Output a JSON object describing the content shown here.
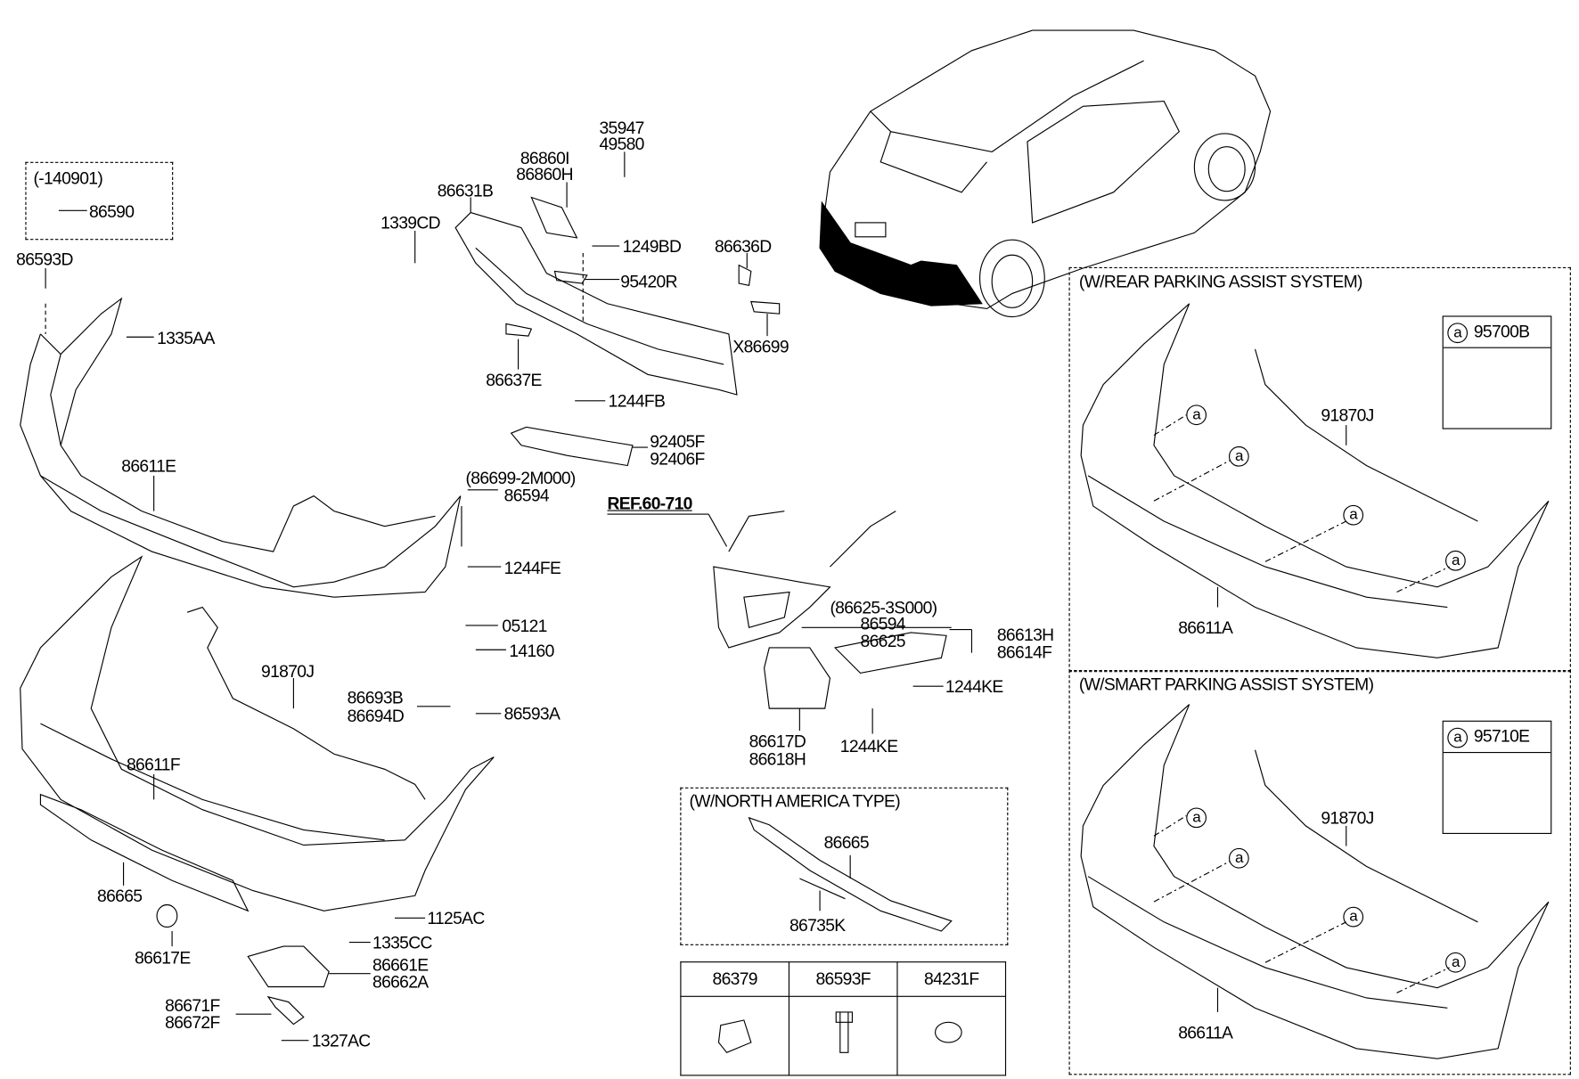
{
  "labels": {
    "date_range": "(-140901)",
    "p86590": "86590",
    "p86593D": "86593D",
    "p1335AA": "1335AA",
    "p86611E": "86611E",
    "p1339CD": "1339CD",
    "p86631B": "86631B",
    "p86860I": "86860I",
    "p86860H": "86860H",
    "p35947": "35947",
    "p49580": "49580",
    "p1249BD": "1249BD",
    "p95420R": "95420R",
    "p86636D": "86636D",
    "pX86699": "X86699",
    "p86637E": "86637E",
    "p1244FB": "1244FB",
    "p92405F": "92405F",
    "p92406F": "92406F",
    "p86699_2M000": "(86699-2M000)",
    "p86594a": "86594",
    "p1244FE": "1244FE",
    "ref": "REF.60-710",
    "p05121": "05121",
    "p14160": "14160",
    "p86693B": "86693B",
    "p86694D": "86694D",
    "p86593A": "86593A",
    "p91870J": "91870J",
    "p86611F": "86611F",
    "p86665": "86665",
    "p86617E": "86617E",
    "p1125AC": "1125AC",
    "p1335CC": "1335CC",
    "p86661E": "86661E",
    "p86662A": "86662A",
    "p86671F": "86671F",
    "p86672F": "86672F",
    "p1327AC": "1327AC",
    "p86625_3S000": "(86625-3S000)",
    "p86594b": "86594",
    "p86625": "86625",
    "p86613H": "86613H",
    "p86614F": "86614F",
    "p1244KEa": "1244KE",
    "p1244KEb": "1244KE",
    "p86617D": "86617D",
    "p86618H": "86618H"
  },
  "north_america": {
    "title": "(W/NORTH AMERICA TYPE)",
    "p86665": "86665",
    "p86735K": "86735K"
  },
  "parts_table": {
    "headers": [
      "86379",
      "86593F",
      "84231F"
    ]
  },
  "rear_panel": {
    "title": "(W/REAR PARKING ASSIST SYSTEM)",
    "sensor_marker": "a",
    "sensor_part": "95700B",
    "harness": "91870J",
    "bumper": "86611A",
    "markers": [
      "a",
      "a",
      "a",
      "a"
    ]
  },
  "smart_panel": {
    "title": "(W/SMART PARKING ASSIST SYSTEM)",
    "sensor_marker": "a",
    "sensor_part": "95710E",
    "harness": "91870J",
    "bumper": "86611A",
    "markers": [
      "a",
      "a",
      "a",
      "a"
    ]
  }
}
